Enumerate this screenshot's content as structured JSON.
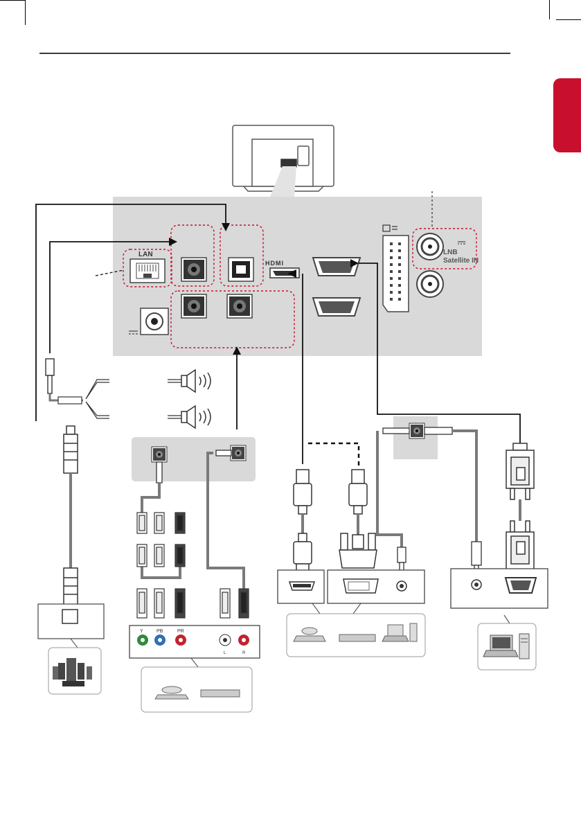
{
  "ports": {
    "lan": "LAN",
    "hdmi": "HDMI",
    "lnb": "LNB",
    "satellite_in": "Satellite IN"
  },
  "component_jacks": {
    "y": "Y",
    "pb": "PB",
    "pr": "PR",
    "l": "L",
    "r": "R"
  },
  "colors": {
    "accent_tab": "#c8102e",
    "panel": "#d9d9d9",
    "dashed_red": "#c8102e",
    "cable_grey": "#7a7a7a",
    "jack_green": "#2e8b3a",
    "jack_blue": "#2f6fb5",
    "jack_red": "#c0242f"
  },
  "icons": [
    "tv-icon",
    "speaker-icon",
    "home-theater-icon",
    "dvd-player-icon",
    "set-top-box-icon",
    "pc-icon",
    "laptop-icon"
  ]
}
